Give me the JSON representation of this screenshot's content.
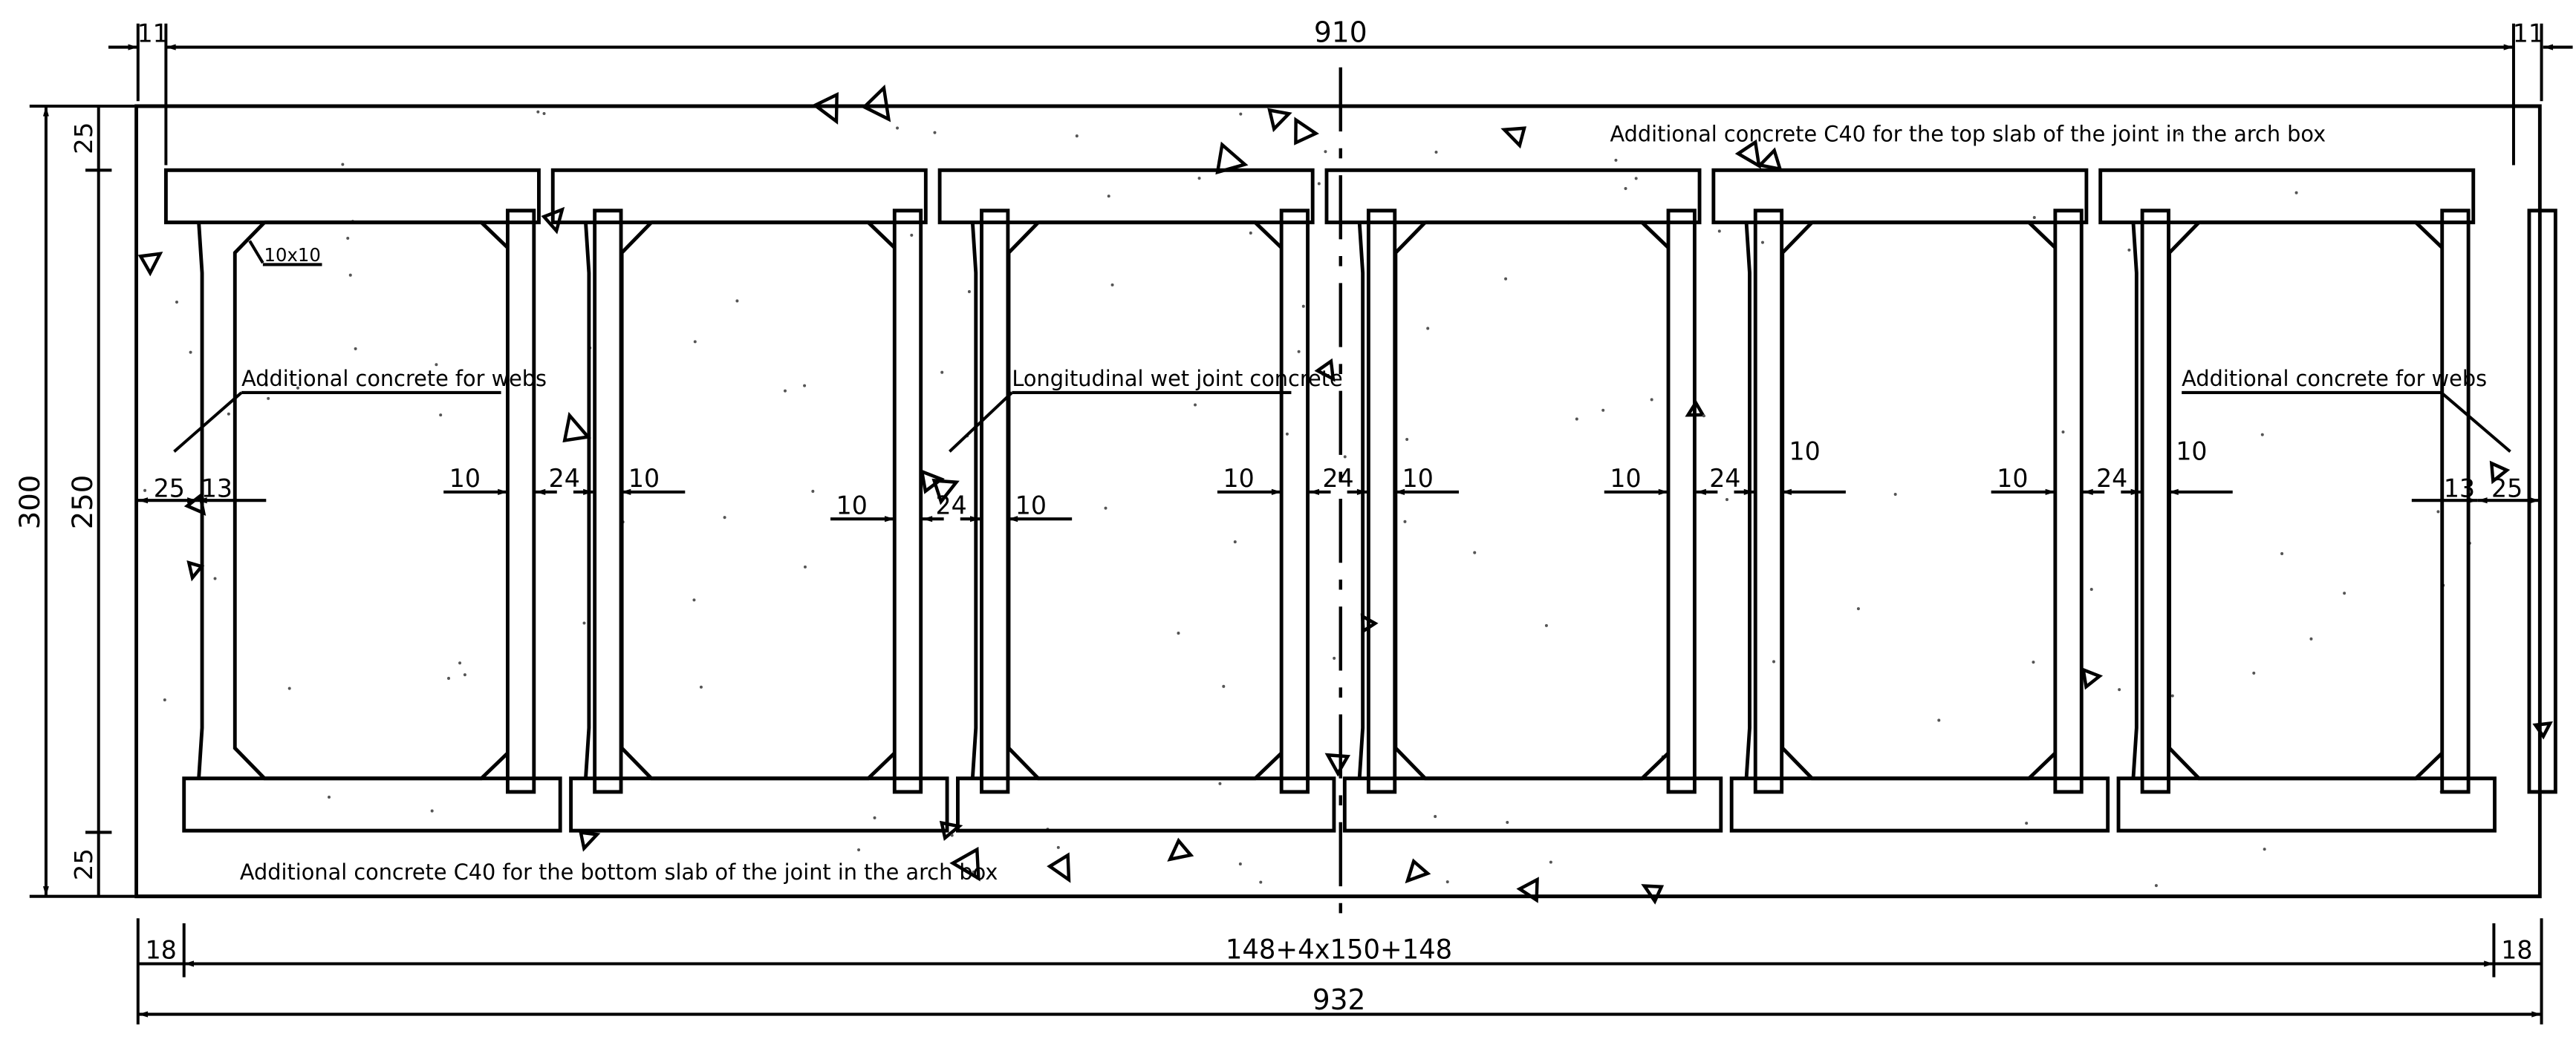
{
  "dimensions": {
    "top_total": "910",
    "top_left_edge": "11",
    "top_right_edge": "11",
    "left_total": "300",
    "left_top": "25",
    "left_middle": "250",
    "left_bottom": "25",
    "bottom_spacing": "148+4x150+148",
    "bottom_left_edge": "18",
    "bottom_right_edge": "18",
    "bottom_total": "932",
    "chamfer": "10x10",
    "joint_left_web": "25",
    "joint_left_inner": "13",
    "joint_right_inner": "13",
    "joint_right_web": "25",
    "wet_joint_width": "24",
    "web_thickness": "10"
  },
  "annotations": {
    "top_slab_note": "Additional concrete C40  for the top slab of the joint in the arch box",
    "bottom_slab_note": "Additional  concrete C40 for the bottom slab of the joint in the arch box",
    "web_note_left": "Additional concrete for webs",
    "web_note_right": "Additional concrete for webs",
    "wet_joint_note": "Longitudinal wet joint concrete"
  }
}
